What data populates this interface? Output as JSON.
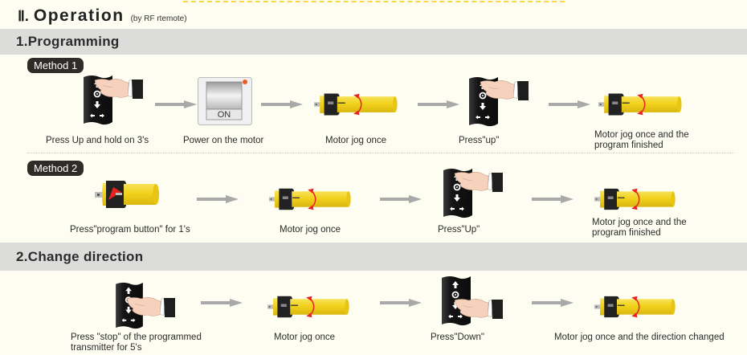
{
  "header": {
    "numeral": "Ⅱ.",
    "title": "Operation",
    "subtitle": "(by RF rtemote)"
  },
  "colors": {
    "background": "#fdfdf1",
    "section_bar": "#dcdddb",
    "badge": "#2f2b28",
    "motor_yellow": "#f2d21c",
    "rotation_red": "#e8231f",
    "arrow_gray": "#a9a9a9"
  },
  "sections": [
    {
      "title": "1.Programming",
      "methods": [
        {
          "label": "Method 1",
          "steps": [
            {
              "icon": "remote-press-up-icon",
              "caption": "Press Up and hold on  3's"
            },
            {
              "icon": "power-switch-on-icon",
              "caption": "Power on the motor",
              "switch_label": "ON"
            },
            {
              "icon": "motor-jog-icon",
              "caption": "Motor jog once"
            },
            {
              "icon": "remote-press-up-icon",
              "caption": "Press\"up\""
            },
            {
              "icon": "motor-jog-icon",
              "caption_lines": [
                "Motor jog once and the",
                "program finished"
              ]
            }
          ]
        },
        {
          "label": "Method 2",
          "steps": [
            {
              "icon": "motor-program-button-icon",
              "caption": "Press\"program button\" for 1's"
            },
            {
              "icon": "motor-jog-icon",
              "caption": "Motor jog once"
            },
            {
              "icon": "remote-press-up-icon",
              "caption": "Press\"Up\""
            },
            {
              "icon": "motor-jog-icon",
              "caption_lines": [
                "Motor jog once and the",
                "program finished"
              ]
            }
          ]
        }
      ]
    },
    {
      "title": "2.Change direction",
      "steps": [
        {
          "icon": "remote-press-stop-icon",
          "caption_lines": [
            "Press \"stop\" of the programmed",
            "transmitter for 5's"
          ]
        },
        {
          "icon": "motor-jog-icon",
          "caption": "Motor jog once"
        },
        {
          "icon": "remote-press-down-icon",
          "caption": "Press\"Down\""
        },
        {
          "icon": "motor-jog-icon",
          "caption": "Motor jog once and the direction changed"
        }
      ]
    }
  ]
}
